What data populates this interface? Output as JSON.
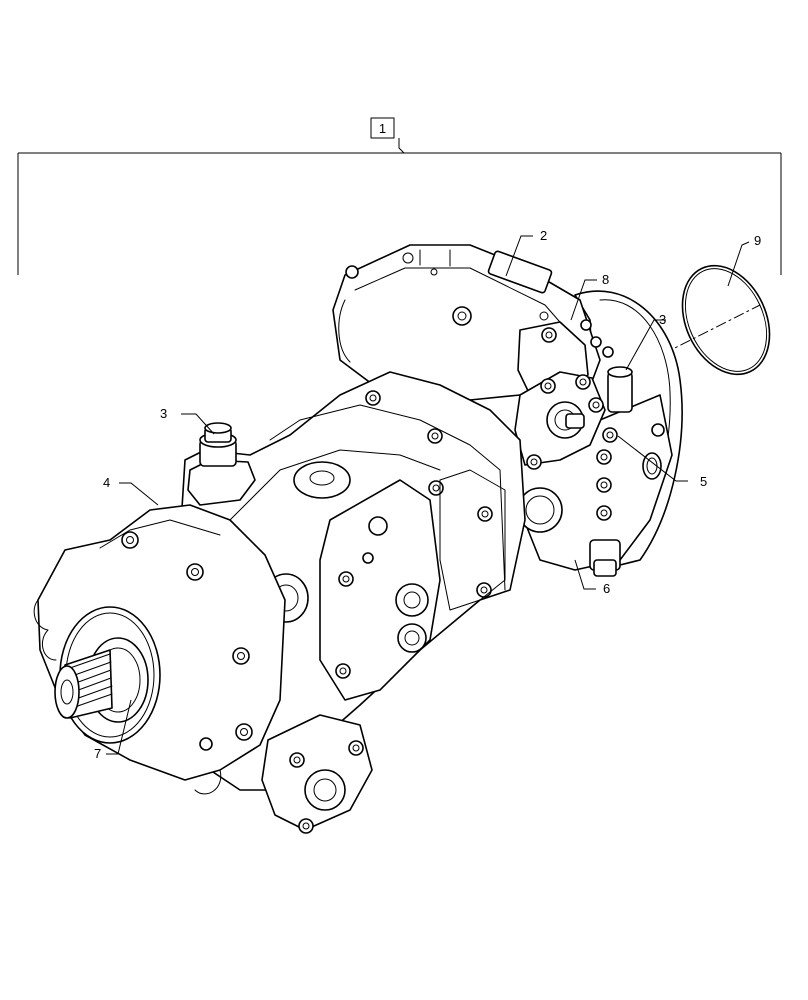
{
  "assembly_label": "1",
  "callouts": [
    {
      "id": "c2",
      "text": "2"
    },
    {
      "id": "c3a",
      "text": "3"
    },
    {
      "id": "c3b",
      "text": "3"
    },
    {
      "id": "c4",
      "text": "4"
    },
    {
      "id": "c5",
      "text": "5"
    },
    {
      "id": "c6",
      "text": "6"
    },
    {
      "id": "c7",
      "text": "7"
    },
    {
      "id": "c8",
      "text": "8"
    },
    {
      "id": "c9",
      "text": "9"
    }
  ]
}
